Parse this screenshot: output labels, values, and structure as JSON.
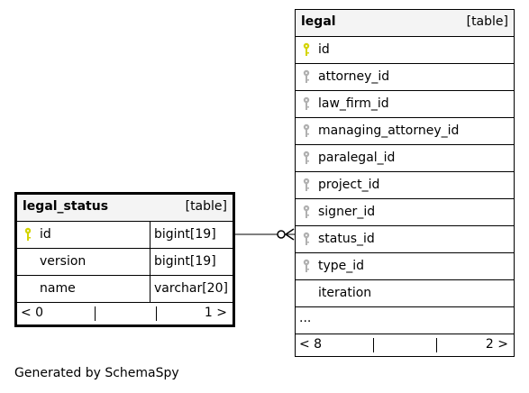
{
  "tables": {
    "legal": {
      "name": "legal",
      "kind": "[table]",
      "columns": [
        "id",
        "attorney_id",
        "law_firm_id",
        "managing_attorney_id",
        "paralegal_id",
        "project_id",
        "signer_id",
        "status_id",
        "type_id",
        "iteration"
      ],
      "ellipsis": "...",
      "footer": {
        "left": "< 8",
        "right": "2 >"
      }
    },
    "legal_status": {
      "name": "legal_status",
      "kind": "[table]",
      "columns": [
        {
          "name": "id",
          "type": "bigint[19]"
        },
        {
          "name": "version",
          "type": "bigint[19]"
        },
        {
          "name": "name",
          "type": "varchar[20]"
        }
      ],
      "footer": {
        "left": "< 0",
        "right": "1 >"
      }
    }
  },
  "colors": {
    "primary_key": "#d4d400",
    "foreign_key": "#b0b0b0"
  },
  "icons": {
    "primary_key": "key-icon",
    "foreign_key": "foreign-key-icon"
  },
  "credit": "Generated by SchemaSpy"
}
